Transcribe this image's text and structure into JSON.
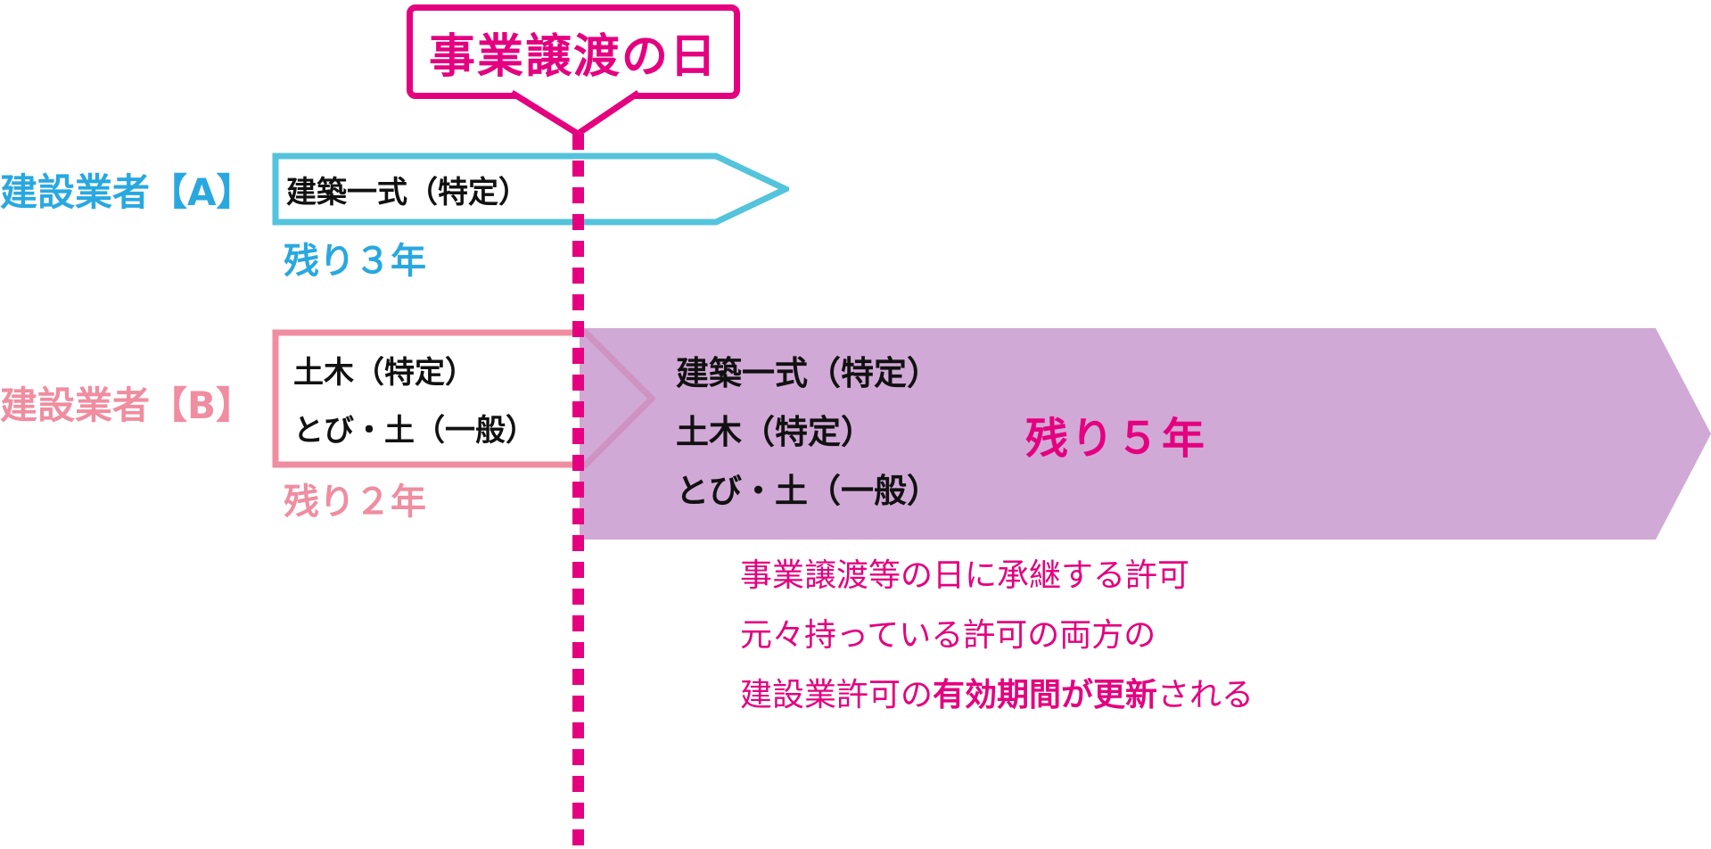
{
  "callout": {
    "label": "事業譲渡の日"
  },
  "company_a": {
    "name": "建設業者【A】",
    "license": "建築一式（特定）",
    "remaining": "残り３年"
  },
  "company_b": {
    "name": "建設業者【B】",
    "licenses": [
      "土木（特定）",
      "とび・土（一般）"
    ],
    "remaining": "残り２年"
  },
  "merged": {
    "licenses": [
      "建築一式（特定）",
      "土木（特定）",
      "とび・土（一般）"
    ],
    "remaining": "残り５年"
  },
  "note": {
    "line1": "事業譲渡等の日に承継する許可",
    "line2": "元々持っている許可の両方の",
    "line3_pre": "建設業許可の",
    "line3_bold": "有効期間が更新",
    "line3_post": "される"
  },
  "colors": {
    "magenta": "#E4007F",
    "cyan": "#29A8E0",
    "cyan_light": "#54C3DC",
    "pink": "#F08DA0",
    "purple": "rgba(198,148,204,0.8)"
  }
}
